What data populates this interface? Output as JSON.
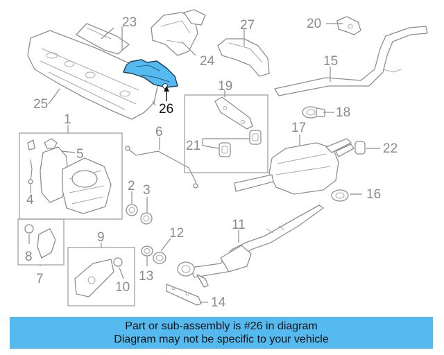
{
  "diagram": {
    "highlight_color": "#55baf0",
    "callouts": {
      "c1": "1",
      "c2": "2",
      "c3": "3",
      "c4": "4",
      "c5": "5",
      "c6": "6",
      "c7": "7",
      "c8": "8",
      "c9": "9",
      "c10": "10",
      "c11": "11",
      "c12": "12",
      "c13": "13",
      "c14": "14",
      "c15": "15",
      "c16": "16",
      "c17": "17",
      "c18": "18",
      "c19": "19",
      "c20": "20",
      "c21": "21",
      "c22": "22",
      "c23": "23",
      "c24": "24",
      "c25": "25",
      "c26": "26",
      "c27": "27"
    }
  },
  "banner": {
    "line1": "Part or sub-assembly is #26 in diagram",
    "line2": "Diagram may not be specific to your vehicle"
  }
}
